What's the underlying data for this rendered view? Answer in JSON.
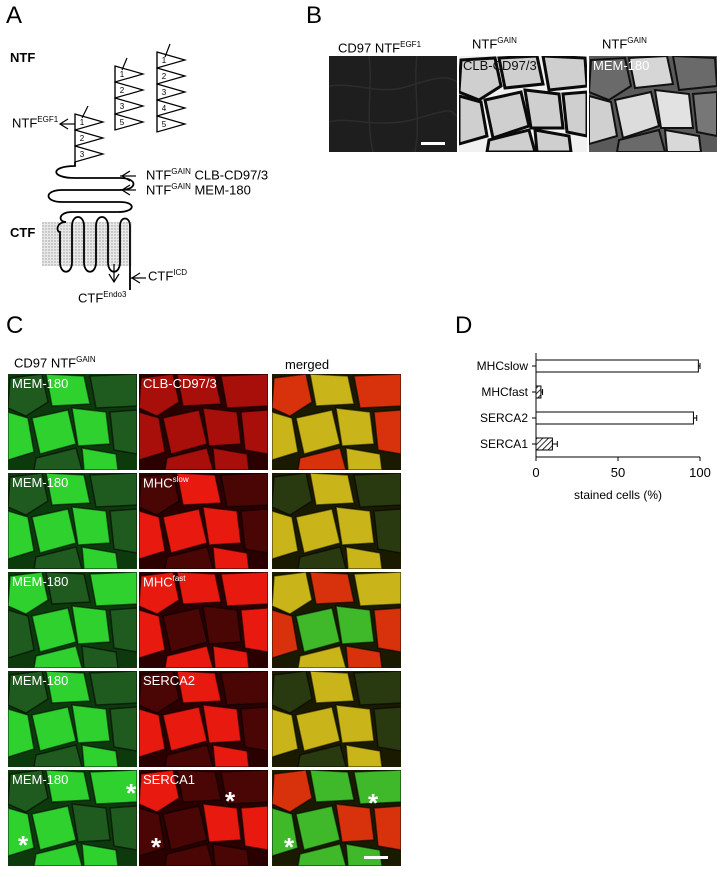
{
  "panels": {
    "a": "A",
    "b": "B",
    "c": "C",
    "d": "D"
  },
  "panel_a": {
    "ntf_label": "NTF",
    "ctf_label": "CTF",
    "ntf_egf1_base": "NTF",
    "ntf_egf1_sup": "EGF1",
    "gain_clb_base": "NTF",
    "gain_clb_sup": "GAIN",
    "gain_clb_rest": " CLB-CD97/3",
    "gain_mem_base": "NTF",
    "gain_mem_sup": "GAIN",
    "gain_mem_rest": " MEM-180",
    "ctf_icd_base": "CTF",
    "ctf_icd_sup": "ICD",
    "ctf_endo_base": "CTF",
    "ctf_endo_sup": "Endo3",
    "egf_numbers": [
      "1",
      "2",
      "3",
      "4",
      "5"
    ]
  },
  "panel_b": {
    "col1_base": "CD97 NTF",
    "col1_sup": "EGF1",
    "col2_base": "NTF",
    "col2_sup": "GAIN",
    "col2_tag": "CLB-CD97/3",
    "col3_base": "NTF",
    "col3_sup": "GAIN",
    "col3_tag": "MEM-180"
  },
  "panel_c": {
    "header_base": "CD97 NTF",
    "header_sup": "GAIN",
    "header_merged": "merged",
    "rows": [
      {
        "green": "MEM-180",
        "red_base": "CLB-CD97/3",
        "red_sup": ""
      },
      {
        "green": "MEM-180",
        "red_base": "MHC",
        "red_sup": "slow"
      },
      {
        "green": "MEM-180",
        "red_base": "MHC",
        "red_sup": "fast"
      },
      {
        "green": "MEM-180",
        "red_base": "SERCA2",
        "red_sup": ""
      },
      {
        "green": "MEM-180",
        "red_base": "SERCA1",
        "red_sup": ""
      }
    ],
    "star": "*"
  },
  "chart_data": {
    "type": "bar",
    "orientation": "horizontal",
    "categories": [
      "MHCslow",
      "MHCfast",
      "SERCA2",
      "SERCA1"
    ],
    "values": [
      99,
      3,
      96,
      10
    ],
    "errors": [
      1,
      1,
      2,
      3
    ],
    "hatched": [
      false,
      true,
      false,
      true
    ],
    "xlabel": "stained cells (%)",
    "xlim": [
      0,
      100
    ],
    "xticks": [
      "0",
      "50",
      "100"
    ],
    "grid": false
  },
  "colors": {
    "green": "#2fd12f",
    "red": "#e81a10",
    "merged_yellow": "#c9b51a"
  }
}
